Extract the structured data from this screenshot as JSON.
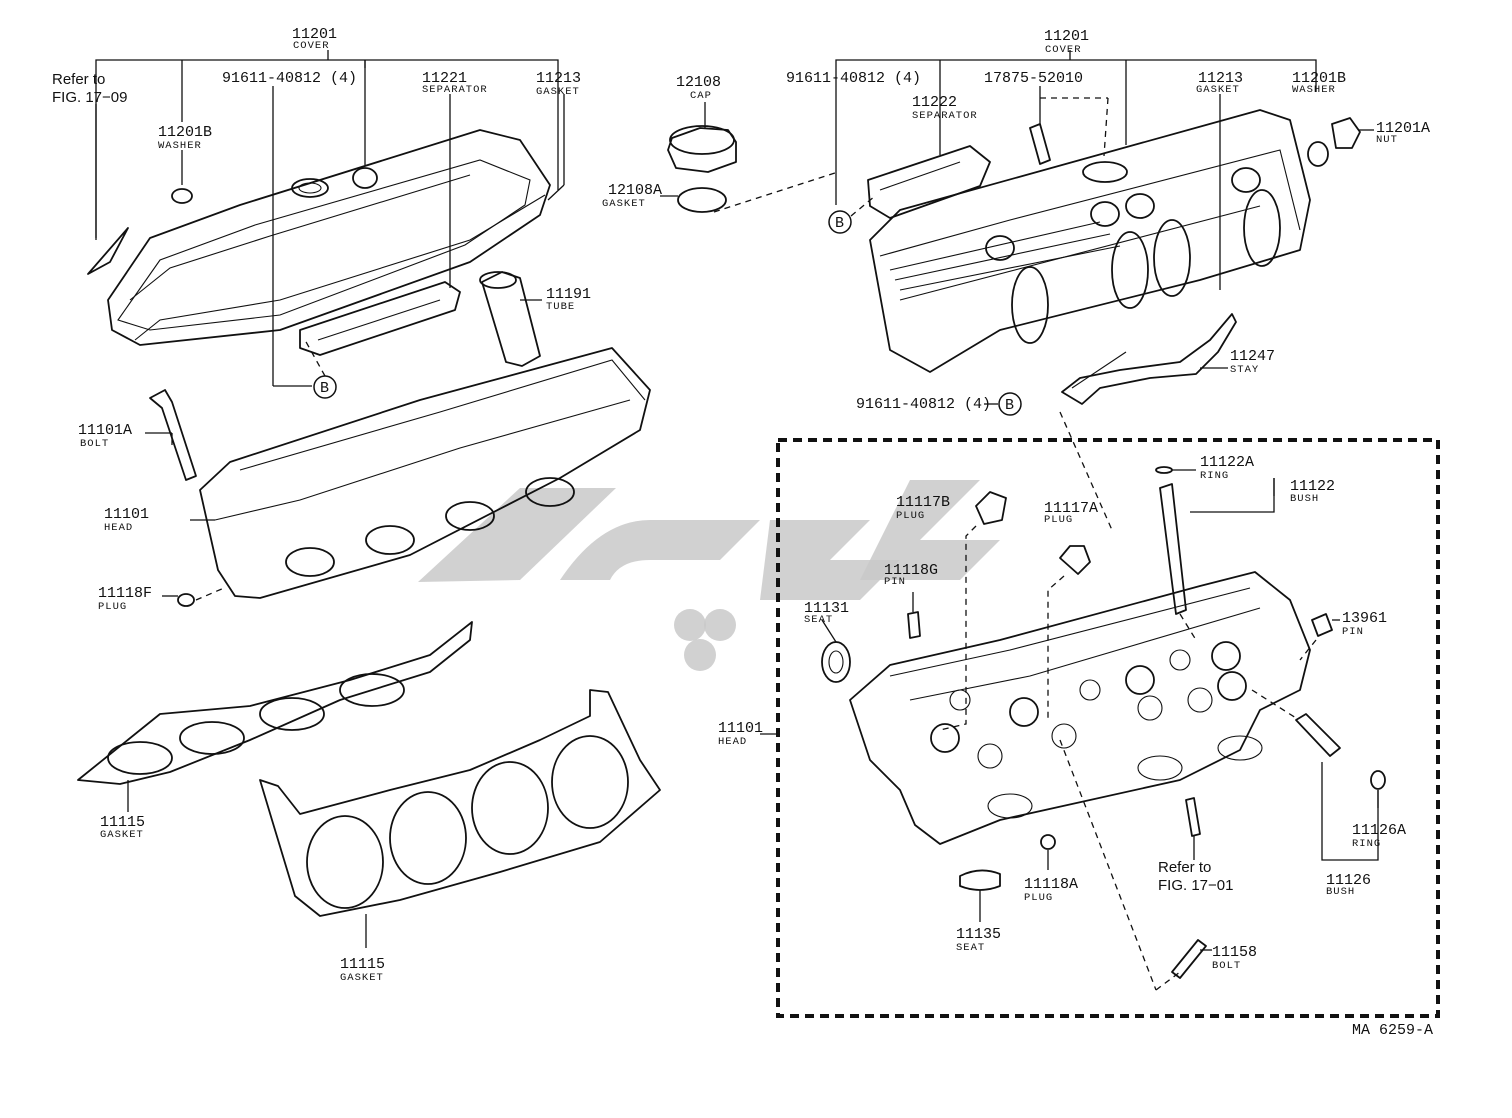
{
  "figure_code": "MA 6259-A",
  "left": {
    "cover": {
      "num": "11201",
      "name": "COVER"
    },
    "refer": {
      "line1": "Refer to",
      "line2": "FIG. 17−09"
    },
    "bolt_kit": {
      "num": "91611-40812 (4)"
    },
    "separator": {
      "num": "11221",
      "name": "SEPARATOR"
    },
    "gasket_top": {
      "num": "11213",
      "name": "GASKET"
    },
    "washer": {
      "num": "11201B",
      "name": "WASHER"
    },
    "tube": {
      "num": "11191",
      "name": "TUBE"
    },
    "b_marker": "B",
    "bolt": {
      "num": "11101A",
      "name": "BOLT"
    },
    "head": {
      "num": "11101",
      "name": "HEAD"
    },
    "plug": {
      "num": "11118F",
      "name": "PLUG"
    },
    "gasket_a": {
      "num": "11115",
      "name": "GASKET"
    },
    "gasket_b": {
      "num": "11115",
      "name": "GASKET"
    }
  },
  "cap": {
    "cap": {
      "num": "12108",
      "name": "CAP"
    },
    "gasket": {
      "num": "12108A",
      "name": "GASKET"
    }
  },
  "right": {
    "cover": {
      "num": "11201",
      "name": "COVER"
    },
    "bolt_kit": {
      "num": "91611-40812 (4)"
    },
    "part_178": {
      "num": "17875-52010"
    },
    "gasket": {
      "num": "11213",
      "name": "GASKET"
    },
    "washer": {
      "num": "11201B",
      "name": "WASHER"
    },
    "separator": {
      "num": "11222",
      "name": "SEPARATOR"
    },
    "nut": {
      "num": "11201A",
      "name": "NUT"
    },
    "b_marker_1": "B",
    "b_marker_2": "B",
    "bolt_kit_2": {
      "num": "91611-40812 (4)"
    },
    "stay": {
      "num": "11247",
      "name": "STAY"
    }
  },
  "detail": {
    "ring_a": {
      "num": "11122A",
      "name": "RING"
    },
    "bush_a": {
      "num": "11122",
      "name": "BUSH"
    },
    "plug_b": {
      "num": "11117B",
      "name": "PLUG"
    },
    "plug_a": {
      "num": "11117A",
      "name": "PLUG"
    },
    "pin_g": {
      "num": "11118G",
      "name": "PIN"
    },
    "seat_31": {
      "num": "11131",
      "name": "SEAT"
    },
    "pin_139": {
      "num": "13961",
      "name": "PIN"
    },
    "head": {
      "num": "11101",
      "name": "HEAD"
    },
    "ring_b": {
      "num": "11126A",
      "name": "RING"
    },
    "bush_b": {
      "num": "11126",
      "name": "BUSH"
    },
    "refer": {
      "line1": "Refer to",
      "line2": "FIG. 17−01"
    },
    "plug_18a": {
      "num": "11118A",
      "name": "PLUG"
    },
    "seat_35": {
      "num": "11135",
      "name": "SEAT"
    },
    "bolt": {
      "num": "11158",
      "name": "BOLT"
    }
  }
}
